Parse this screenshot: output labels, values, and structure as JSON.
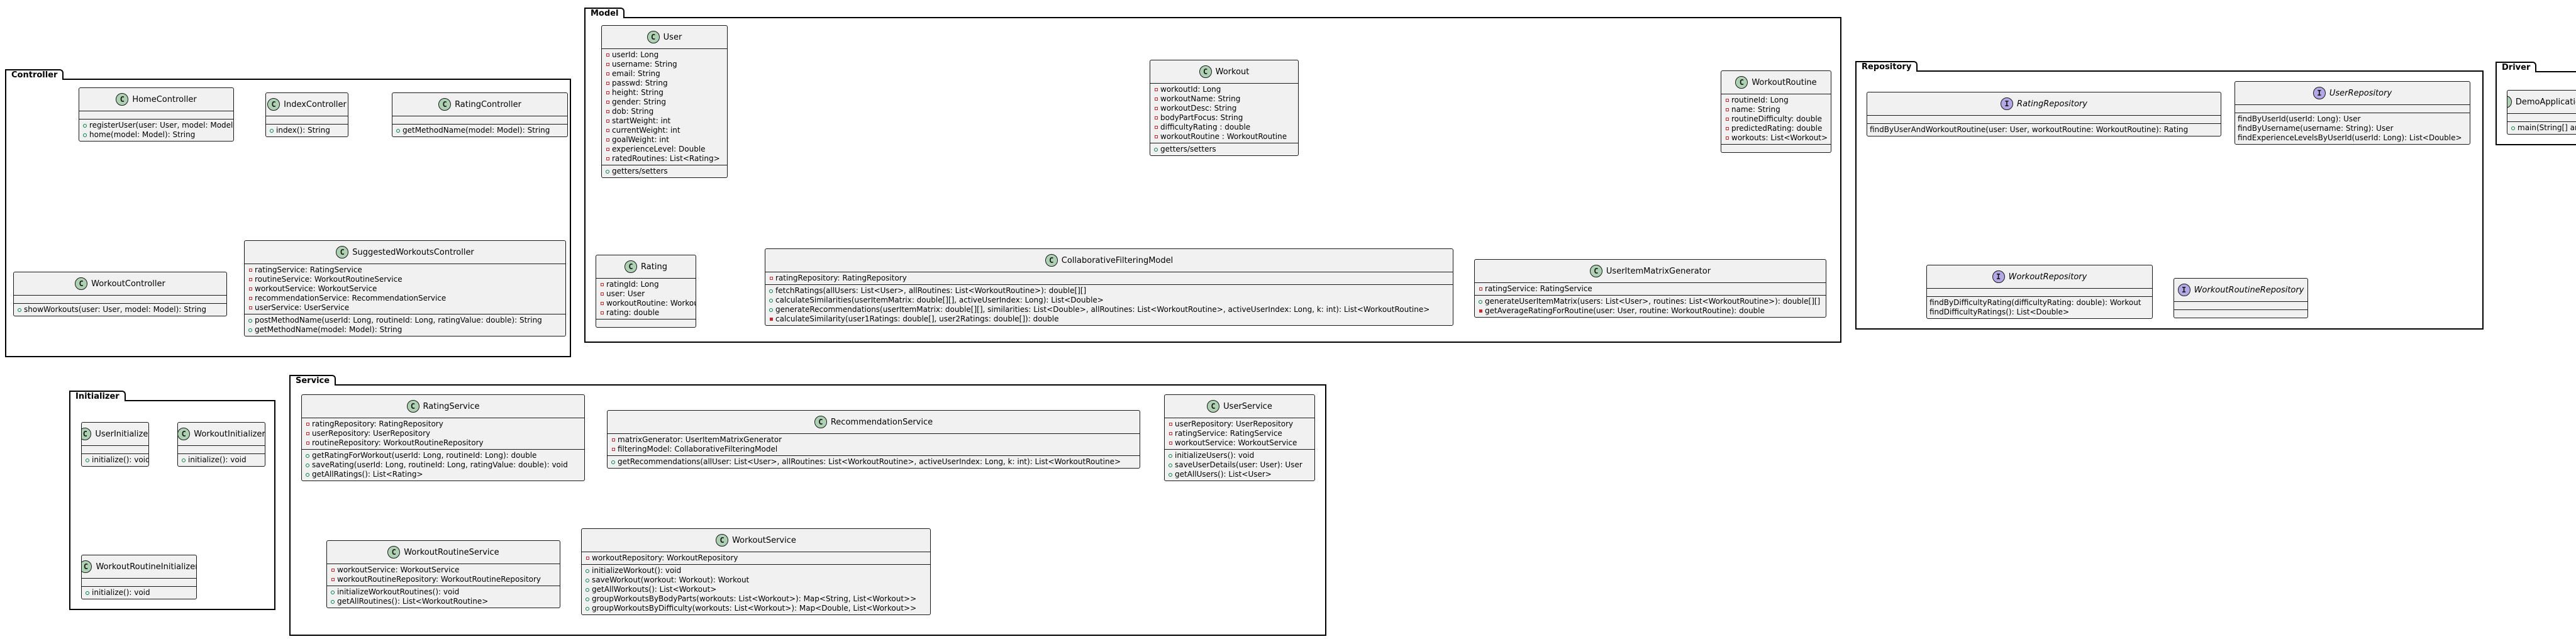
{
  "packages": [
    {
      "id": "controller",
      "label": "Controller",
      "classes": [
        {
          "id": "home-controller",
          "name": "HomeController",
          "kind": "class",
          "fields": [],
          "methods": [
            {
              "vis": "public",
              "text": "registerUser(user: User, model: Model): String"
            },
            {
              "vis": "public",
              "text": "home(model: Model): String"
            }
          ]
        },
        {
          "id": "index-controller",
          "name": "IndexController",
          "kind": "class",
          "fields": [],
          "methods": [
            {
              "vis": "public",
              "text": "index(): String"
            }
          ]
        },
        {
          "id": "rating-controller",
          "name": "RatingController",
          "kind": "class",
          "fields": [],
          "methods": [
            {
              "vis": "public",
              "text": "getMethodName(model: Model): String"
            }
          ]
        },
        {
          "id": "workout-controller",
          "name": "WorkoutController",
          "kind": "class",
          "fields": [],
          "methods": [
            {
              "vis": "public",
              "text": "showWorkouts(user: User, model: Model): String"
            }
          ]
        },
        {
          "id": "suggested-workouts-controller",
          "name": "SuggestedWorkoutsController",
          "kind": "class",
          "fields": [
            {
              "vis": "private",
              "text": "ratingService: RatingService"
            },
            {
              "vis": "private",
              "text": "routineService: WorkoutRoutineService"
            },
            {
              "vis": "private",
              "text": "workoutService: WorkoutService"
            },
            {
              "vis": "private",
              "text": "recommendationService: RecommendationService"
            },
            {
              "vis": "private",
              "text": "userService: UserService"
            }
          ],
          "methods": [
            {
              "vis": "public",
              "text": "postMethodName(userId: Long, routineId: Long, ratingValue: double): String"
            },
            {
              "vis": "public",
              "text": "getMethodName(model: Model): String"
            }
          ]
        }
      ]
    },
    {
      "id": "model",
      "label": "Model",
      "classes": [
        {
          "id": "user",
          "name": "User",
          "kind": "class",
          "fields": [
            {
              "vis": "private",
              "text": "userId: Long"
            },
            {
              "vis": "private",
              "text": "username: String"
            },
            {
              "vis": "private",
              "text": "email: String"
            },
            {
              "vis": "private",
              "text": "passwd: String"
            },
            {
              "vis": "private",
              "text": "height: String"
            },
            {
              "vis": "private",
              "text": "gender: String"
            },
            {
              "vis": "private",
              "text": "dob: String"
            },
            {
              "vis": "private",
              "text": "startWeight: int"
            },
            {
              "vis": "private",
              "text": "currentWeight: int"
            },
            {
              "vis": "private",
              "text": "goalWeight: int"
            },
            {
              "vis": "private",
              "text": "experienceLevel: Double"
            },
            {
              "vis": "private",
              "text": "ratedRoutines: List<Rating>"
            }
          ],
          "methods": [
            {
              "vis": "public",
              "text": "getters/setters"
            }
          ]
        },
        {
          "id": "workout",
          "name": "Workout",
          "kind": "class",
          "fields": [
            {
              "vis": "private",
              "text": "workoutId: Long"
            },
            {
              "vis": "private",
              "text": "workoutName: String"
            },
            {
              "vis": "private",
              "text": "workoutDesc: String"
            },
            {
              "vis": "private",
              "text": "bodyPartFocus: String"
            },
            {
              "vis": "private",
              "text": "difficultyRating : double"
            },
            {
              "vis": "private",
              "text": "workoutRoutine : WorkoutRoutine"
            }
          ],
          "methods": [
            {
              "vis": "public",
              "text": "getters/setters"
            }
          ]
        },
        {
          "id": "workout-routine",
          "name": "WorkoutRoutine",
          "kind": "class",
          "fields": [
            {
              "vis": "private",
              "text": "routineId: Long"
            },
            {
              "vis": "private",
              "text": "name: String"
            },
            {
              "vis": "private",
              "text": "routineDifficulty: double"
            },
            {
              "vis": "private",
              "text": "predictedRating: double"
            },
            {
              "vis": "private",
              "text": "workouts: List<Workout>"
            }
          ],
          "methods": []
        },
        {
          "id": "rating",
          "name": "Rating",
          "kind": "class",
          "fields": [
            {
              "vis": "private",
              "text": "ratingId: Long"
            },
            {
              "vis": "private",
              "text": "user: User"
            },
            {
              "vis": "private",
              "text": "workoutRoutine: WorkoutRoutine"
            },
            {
              "vis": "private",
              "text": "rating: double"
            }
          ],
          "methods": []
        },
        {
          "id": "collaborative-filtering-model",
          "name": "CollaborativeFilteringModel",
          "kind": "class",
          "fields": [
            {
              "vis": "private",
              "text": "ratingRepository: RatingRepository"
            }
          ],
          "methods": [
            {
              "vis": "public",
              "text": "fetchRatings(allUsers: List<User>, allRoutines: List<WorkoutRoutine>): double[][]"
            },
            {
              "vis": "public",
              "text": "calculateSimilarities(userItemMatrix: double[][], activeUserIndex: Long): List<Double>"
            },
            {
              "vis": "public",
              "text": "generateRecommendations(userItemMatrix: double[][], similarities: List<Double>, allRoutines: List<WorkoutRoutine>, activeUserIndex: Long, k: int): List<WorkoutRoutine>"
            },
            {
              "vis": "private-method",
              "text": "calculateSimilarity(user1Ratings: double[], user2Ratings: double[]): double"
            }
          ]
        },
        {
          "id": "user-item-matrix-generator",
          "name": "UserItemMatrixGenerator",
          "kind": "class",
          "fields": [
            {
              "vis": "private",
              "text": "ratingService: RatingService"
            }
          ],
          "methods": [
            {
              "vis": "public",
              "text": "generateUserItemMatrix(users: List<User>, routines: List<WorkoutRoutine>): double[][]"
            },
            {
              "vis": "private-method",
              "text": "getAverageRatingForRoutine(user: User, routine: WorkoutRoutine): double"
            }
          ]
        }
      ]
    },
    {
      "id": "repository",
      "label": "Repository",
      "classes": [
        {
          "id": "rating-repository",
          "name": "RatingRepository",
          "kind": "interface",
          "fields": [],
          "methods": [
            {
              "vis": "none",
              "text": "findByUserAndWorkoutRoutine(user: User, workoutRoutine: WorkoutRoutine): Rating"
            }
          ]
        },
        {
          "id": "user-repository",
          "name": "UserRepository",
          "kind": "interface",
          "fields": [],
          "methods": [
            {
              "vis": "none",
              "text": "findByUserId(userId: Long): User"
            },
            {
              "vis": "none",
              "text": "findByUsername(username: String): User"
            },
            {
              "vis": "none",
              "text": "findExperienceLevelsByUserId(userId: Long): List<Double>"
            }
          ]
        },
        {
          "id": "workout-repository",
          "name": "WorkoutRepository",
          "kind": "interface",
          "fields": [],
          "methods": [
            {
              "vis": "none",
              "text": "findByDifficultyRating(difficultyRating: double): Workout"
            },
            {
              "vis": "none",
              "text": "findDifficultyRatings(): List<Double>"
            }
          ]
        },
        {
          "id": "workout-routine-repository",
          "name": "WorkoutRoutineRepository",
          "kind": "interface",
          "fields": [],
          "methods": []
        }
      ]
    },
    {
      "id": "driver",
      "label": "Driver",
      "classes": [
        {
          "id": "demo-application",
          "name": "DemoApplication",
          "kind": "class",
          "fields": [],
          "methods": [
            {
              "vis": "public",
              "text": "main(String[] args): void"
            }
          ]
        }
      ]
    },
    {
      "id": "initializer",
      "label": "Initializer",
      "classes": [
        {
          "id": "user-initializer",
          "name": "UserInitializer",
          "kind": "class",
          "fields": [],
          "methods": [
            {
              "vis": "public",
              "text": "initialize(): void"
            }
          ]
        },
        {
          "id": "workout-initializer",
          "name": "WorkoutInitializer",
          "kind": "class",
          "fields": [],
          "methods": [
            {
              "vis": "public",
              "text": "initialize(): void"
            }
          ]
        },
        {
          "id": "workout-routine-initializer",
          "name": "WorkoutRoutineInitializer",
          "kind": "class",
          "fields": [],
          "methods": [
            {
              "vis": "public",
              "text": "initialize(): void"
            }
          ]
        }
      ]
    },
    {
      "id": "service",
      "label": "Service",
      "classes": [
        {
          "id": "rating-service",
          "name": "RatingService",
          "kind": "class",
          "fields": [
            {
              "vis": "private",
              "text": "ratingRepository: RatingRepository"
            },
            {
              "vis": "private",
              "text": "userRepository: UserRepository"
            },
            {
              "vis": "private",
              "text": "routineRepository: WorkoutRoutineRepository"
            }
          ],
          "methods": [
            {
              "vis": "public",
              "text": "getRatingForWorkout(userId: Long, routineId: Long): double"
            },
            {
              "vis": "public",
              "text": "saveRating(userId: Long, routineId: Long, ratingValue: double): void"
            },
            {
              "vis": "public",
              "text": "getAllRatings(): List<Rating>"
            }
          ]
        },
        {
          "id": "recommendation-service",
          "name": "RecommendationService",
          "kind": "class",
          "fields": [
            {
              "vis": "private",
              "text": "matrixGenerator: UserItemMatrixGenerator"
            },
            {
              "vis": "private",
              "text": "filteringModel: CollaborativeFilteringModel"
            }
          ],
          "methods": [
            {
              "vis": "public",
              "text": "getRecommendations(allUser: List<User>, allRoutines: List<WorkoutRoutine>, activeUserIndex: Long, k: int): List<WorkoutRoutine>"
            }
          ]
        },
        {
          "id": "user-service",
          "name": "UserService",
          "kind": "class",
          "fields": [
            {
              "vis": "private",
              "text": "userRepository: UserRepository"
            },
            {
              "vis": "private",
              "text": "ratingService: RatingService"
            },
            {
              "vis": "private",
              "text": "workoutService: WorkoutService"
            }
          ],
          "methods": [
            {
              "vis": "public",
              "text": "initializeUsers(): void"
            },
            {
              "vis": "public",
              "text": "saveUserDetails(user: User): User"
            },
            {
              "vis": "public",
              "text": "getAllUsers(): List<User>"
            }
          ]
        },
        {
          "id": "workout-routine-service",
          "name": "WorkoutRoutineService",
          "kind": "class",
          "fields": [
            {
              "vis": "private",
              "text": "workoutService: WorkoutService"
            },
            {
              "vis": "private",
              "text": "workoutRoutineRepository: WorkoutRoutineRepository"
            }
          ],
          "methods": [
            {
              "vis": "public",
              "text": "initializeWorkoutRoutines(): void"
            },
            {
              "vis": "public",
              "text": "getAllRoutines(): List<WorkoutRoutine>"
            }
          ]
        },
        {
          "id": "workout-service",
          "name": "WorkoutService",
          "kind": "class",
          "fields": [
            {
              "vis": "private",
              "text": "workoutRepository: WorkoutRepository"
            }
          ],
          "methods": [
            {
              "vis": "public",
              "text": "initializeWorkout(): void"
            },
            {
              "vis": "public",
              "text": "saveWorkout(workout: Workout): Workout"
            },
            {
              "vis": "public",
              "text": "getAllWorkouts(): List<Workout>"
            },
            {
              "vis": "public",
              "text": "groupWorkoutsByBodyParts(workouts: List<Workout>): Map<String, List<Workout>>"
            },
            {
              "vis": "public",
              "text": "groupWorkoutsByDifficulty(workouts: List<Workout>): Map<Double, List<Workout>>"
            }
          ]
        }
      ]
    }
  ],
  "colors": {
    "class_fill": "#f1f1f1",
    "class_badge": "#add1b2",
    "interface_badge": "#b4a7e5",
    "private_marker": "#c82930",
    "public_marker": "#038048"
  }
}
